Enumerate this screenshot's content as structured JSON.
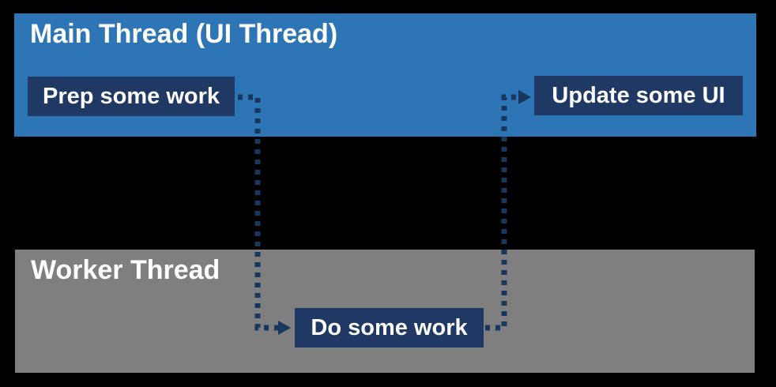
{
  "diagram": {
    "lanes": [
      {
        "id": "main-thread",
        "title": "Main Thread (UI Thread)"
      },
      {
        "id": "worker-thread",
        "title": "Worker Thread"
      }
    ],
    "nodes": [
      {
        "id": "prep",
        "label": "Prep some work",
        "lane": "main-thread"
      },
      {
        "id": "update",
        "label": "Update some UI",
        "lane": "main-thread"
      },
      {
        "id": "do",
        "label": "Do some work",
        "lane": "worker-thread"
      }
    ],
    "connectors": [
      {
        "from": "prep",
        "to": "do",
        "style": "dotted-arrow"
      },
      {
        "from": "do",
        "to": "update",
        "style": "dotted-arrow"
      }
    ],
    "colors": {
      "background": "#000000",
      "main_lane": "#2E75B6",
      "worker_lane": "#7F7F7F",
      "node_fill": "#1F3864",
      "arrow": "#17375D",
      "text": "#FFFFFF"
    }
  }
}
